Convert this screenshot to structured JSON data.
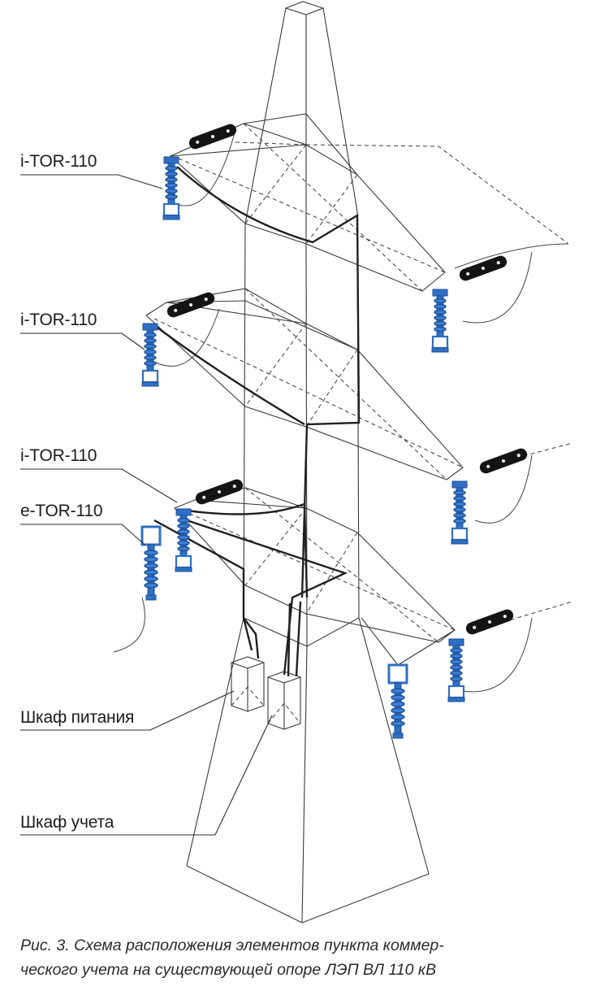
{
  "labels": {
    "top": "i-TOR-110",
    "middle": "i-TOR-110",
    "lower": "i-TOR-110",
    "etor": "e-TOR-110",
    "power_cabinet": "Шкаф питания",
    "metering_cabinet": "Шкаф учета"
  },
  "caption": {
    "line1": "Рис. 3. Схема расположения элементов пункта коммер-",
    "line2": "ческого учета на существующей опоре ЛЭП ВЛ 110 кВ"
  },
  "colors": {
    "sensor": "#2f6fc4",
    "sensor_dark": "#1d4f96",
    "structure": "#3a3a3a",
    "insulator": "#1a1a1a"
  }
}
